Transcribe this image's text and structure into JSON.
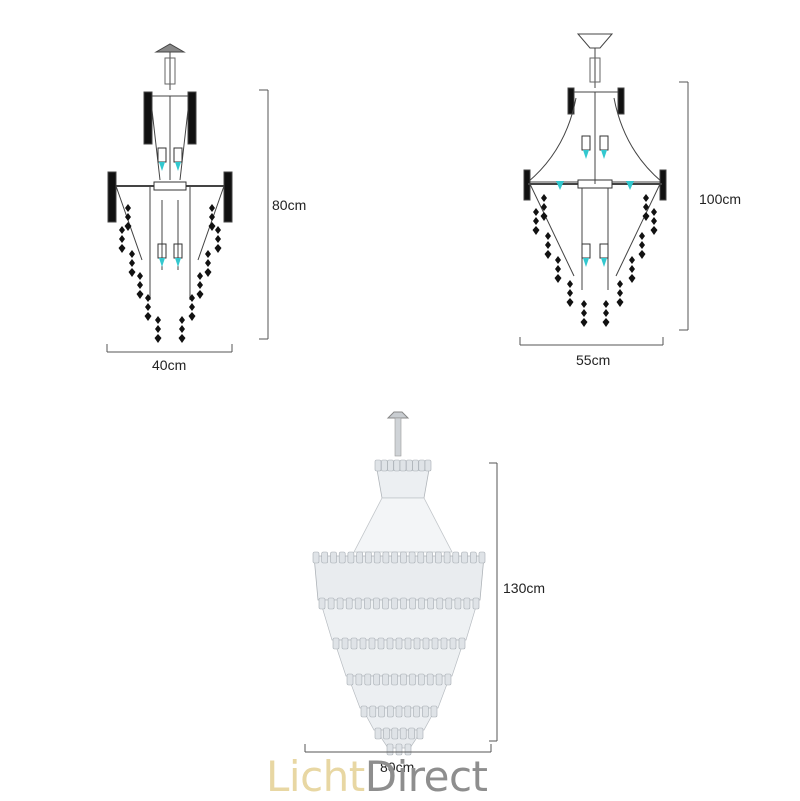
{
  "dimensions": [
    {
      "id": "d1",
      "width_label": "40cm",
      "height_label": "80cm"
    },
    {
      "id": "d2",
      "width_label": "55cm",
      "height_label": "100cm"
    },
    {
      "id": "d3",
      "width_label": "80cm",
      "height_label": "130cm"
    }
  ],
  "brand": {
    "part1": "Licht",
    "part2": "Direct"
  },
  "colors": {
    "line": "#555555",
    "black": "#111111",
    "cyan": "#33c8cf",
    "crystal": "#b9bec4"
  }
}
